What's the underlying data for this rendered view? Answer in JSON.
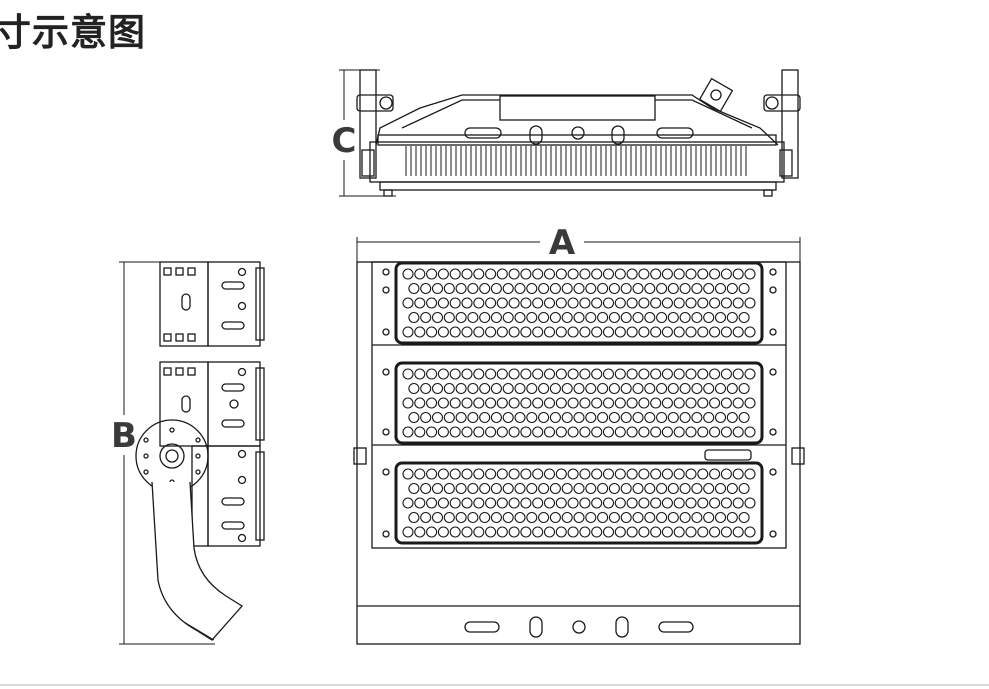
{
  "title": "寸示意图",
  "dimension_labels": {
    "a": "A",
    "b": "B",
    "c": "C"
  },
  "line_color": "#1a1a1a",
  "text_color": "#3a3a3a"
}
